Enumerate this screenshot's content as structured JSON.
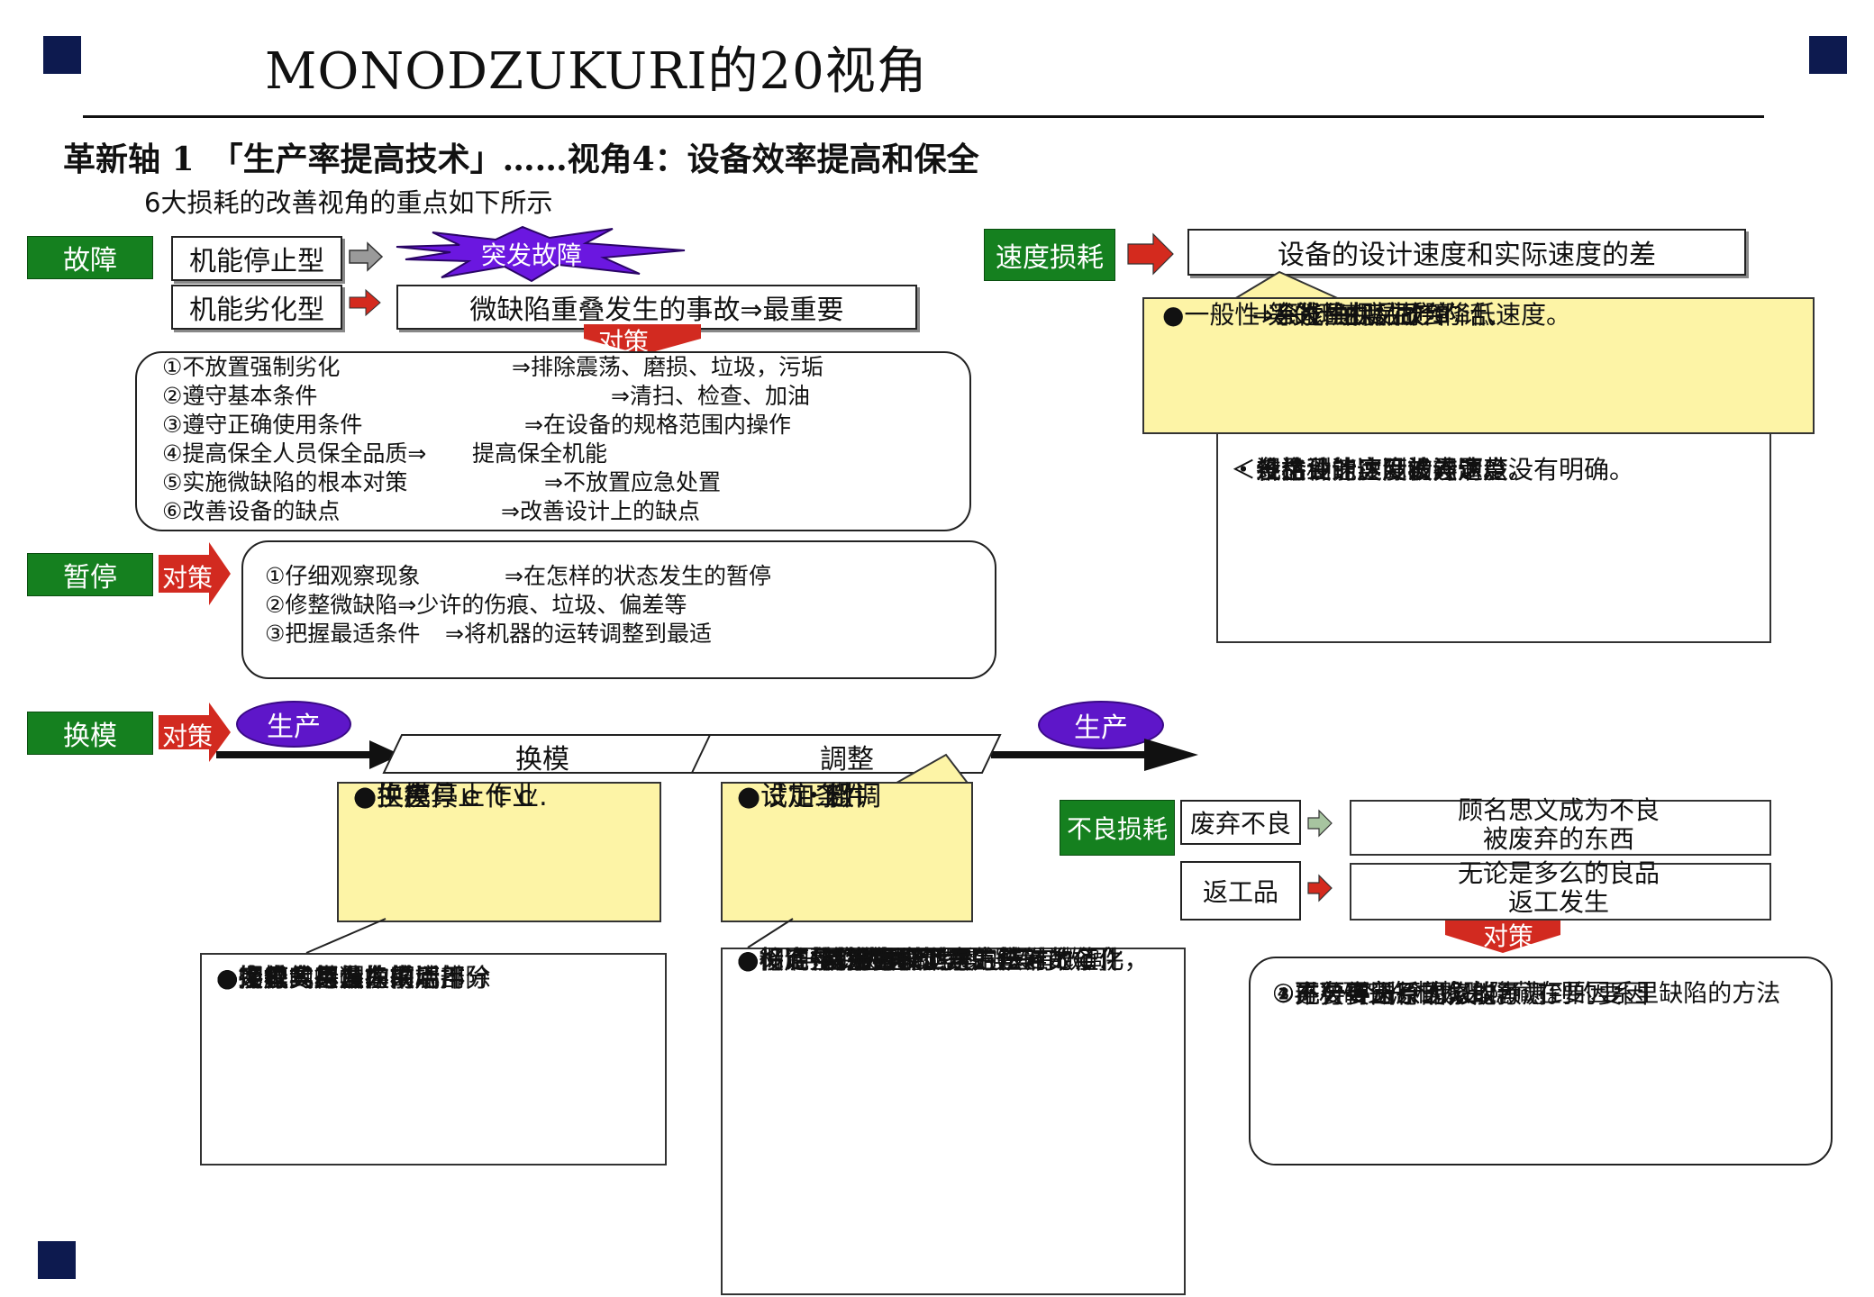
{
  "title": "MONODZUKURI的20视角",
  "subhead": "革新轴 1　「生产率提高技术」……视角4：设备效率提高和保全",
  "intro": "6大损耗的改善视角的重点如下所示",
  "colors": {
    "green": "#15801f",
    "red": "#c22a22",
    "purple": "#5e16c9",
    "yellow": "#fdf4a6",
    "navy": "#0d1a4f"
  },
  "breakdown": {
    "tag": "故障",
    "type1": "机能停止型",
    "type2": "机能劣化型",
    "burst": "突发故障",
    "defect_box": "微缺陷重叠发生的事故⇒最重要",
    "measure": "对策",
    "items": [
      {
        "left": "①不放置强制劣化",
        "right": "⇒排除震荡、磨损、垃圾，污垢"
      },
      {
        "left": "②遵守基本条件",
        "right": "⇒清扫、检查、加油"
      },
      {
        "left": "③遵守正确使用条件",
        "right": "⇒在设备的规格范围内操作"
      },
      {
        "left": "④提高保全人员保全品质⇒",
        "right": "提高保全机能"
      },
      {
        "left": "⑤实施微缺陷的根本对策",
        "right": "⇒不放置应急处置"
      },
      {
        "left": "⑥改善设备的缺点",
        "right": "⇒改善设计上的缺点"
      }
    ]
  },
  "stop": {
    "tag": "暂停",
    "measure": "对策",
    "items": [
      {
        "left": "①仔细观察现象",
        "right": "⇒在怎样的状态发生的暂停"
      },
      {
        "left": "②修整微缺陷⇒少许的伤痕、垃圾、偏差等",
        "right": ""
      },
      {
        "left": "③把握最适条件",
        "right": "⇒将机器的运转调整到最适"
      }
    ]
  },
  "speed": {
    "tag": "速度损耗",
    "definition": "设备的设计速度和实际速度的差",
    "callout": [
      "●一般性以设计速度生产的话、",
      "⇒不能确保品质",
      "⇒会发生机械故障",
      "等的理由反而会降低速度。"
    ],
    "state_title": "＜各企业的实际状态＞",
    "states": [
      "・规格设计速度没弄清楚。",
      "・各品种速度没被设定。",
      "・没达到能达到设计速度。",
      "・维持设计速度的问题点没有明确。"
    ]
  },
  "changeover": {
    "tag": "换模",
    "measure": "对策",
    "production1": "生产",
    "production2": "生产",
    "phase1": "换模",
    "phase2": "調整",
    "callout1": [
      "●生产停止作业",
      "●换模",
      "●换色",
      "●换夹具ｅｔｃ."
    ],
    "callout2": [
      "●设定条件",
      "・粗调",
      "・微调",
      "●试加工"
    ],
    "measures1": [
      "●彻底实行外换模",
      "●换模专用台车的活用",
      "●螺母・螺帽的彻底排除",
      "●接触式夹具的采用",
      "●定位的基准为中心",
      "●换夹具尽量在前端部分"
    ],
    "measures2": [
      "●将调整变为调节",
      "⇒决定每个型号的基准",
      "⇒活用量表",
      "⇒活用中介工具",
      "⇒以推力一下子定位ｅｔｃ.",
      "●设定条件的再现",
      "⇒首先再现上次生产时的条件，",
      "化粗调为零（只有微调）",
      "●彻底排除夹具的累积误差",
      "●标准化的促进",
      "⇒基准面、测定方法、数值化"
    ]
  },
  "defect": {
    "tag": "不良损耗",
    "scrap": "废弃不良",
    "rework": "返工品",
    "scrap_def": [
      "顾名思义成为不良",
      "被废弃的东西"
    ],
    "rework_def": [
      "无论是多么的良品",
      "返工发生"
    ],
    "measure": "对策",
    "items": [
      "①不要妄断原因，能考虑到的要因",
      "一个一个假设。",
      "②充分得进行现象的预测。",
      "③进行要因系的修改。",
      "④再次研究怎样找出隐藏在要因系里缺陷的方法"
    ]
  }
}
